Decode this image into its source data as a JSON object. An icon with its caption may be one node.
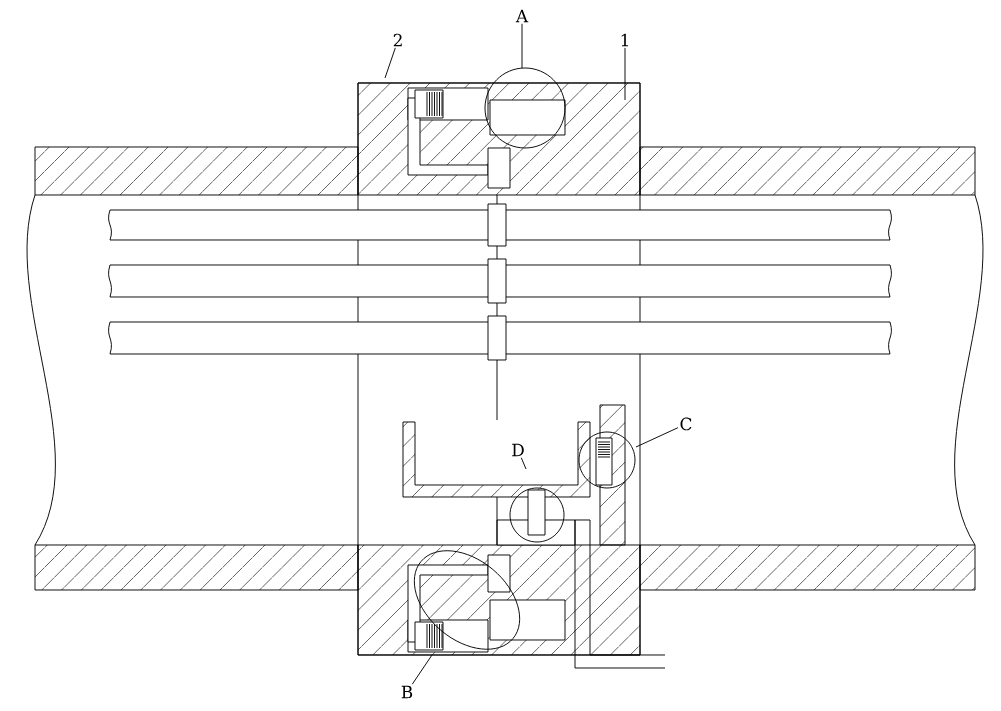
{
  "diagram": {
    "nodes": [
      {
        "text": [
          "A"
        ]
      },
      {
        "text": [
          "2"
        ]
      },
      {
        "text": [
          "1"
        ]
      },
      {
        "text": [
          "C"
        ]
      },
      {
        "text": [
          "D"
        ]
      },
      {
        "text": [
          "B"
        ]
      }
    ],
    "edges": [
      {
        "from": 0,
        "to": null,
        "arrow": "none"
      },
      {
        "from": 1,
        "to": null,
        "arrow": "none"
      },
      {
        "from": 2,
        "to": null,
        "arrow": "none"
      },
      {
        "from": 3,
        "to": null,
        "arrow": "none"
      },
      {
        "from": 4,
        "to": null,
        "arrow": "none"
      },
      {
        "from": 5,
        "to": null,
        "arrow": "none"
      }
    ]
  }
}
